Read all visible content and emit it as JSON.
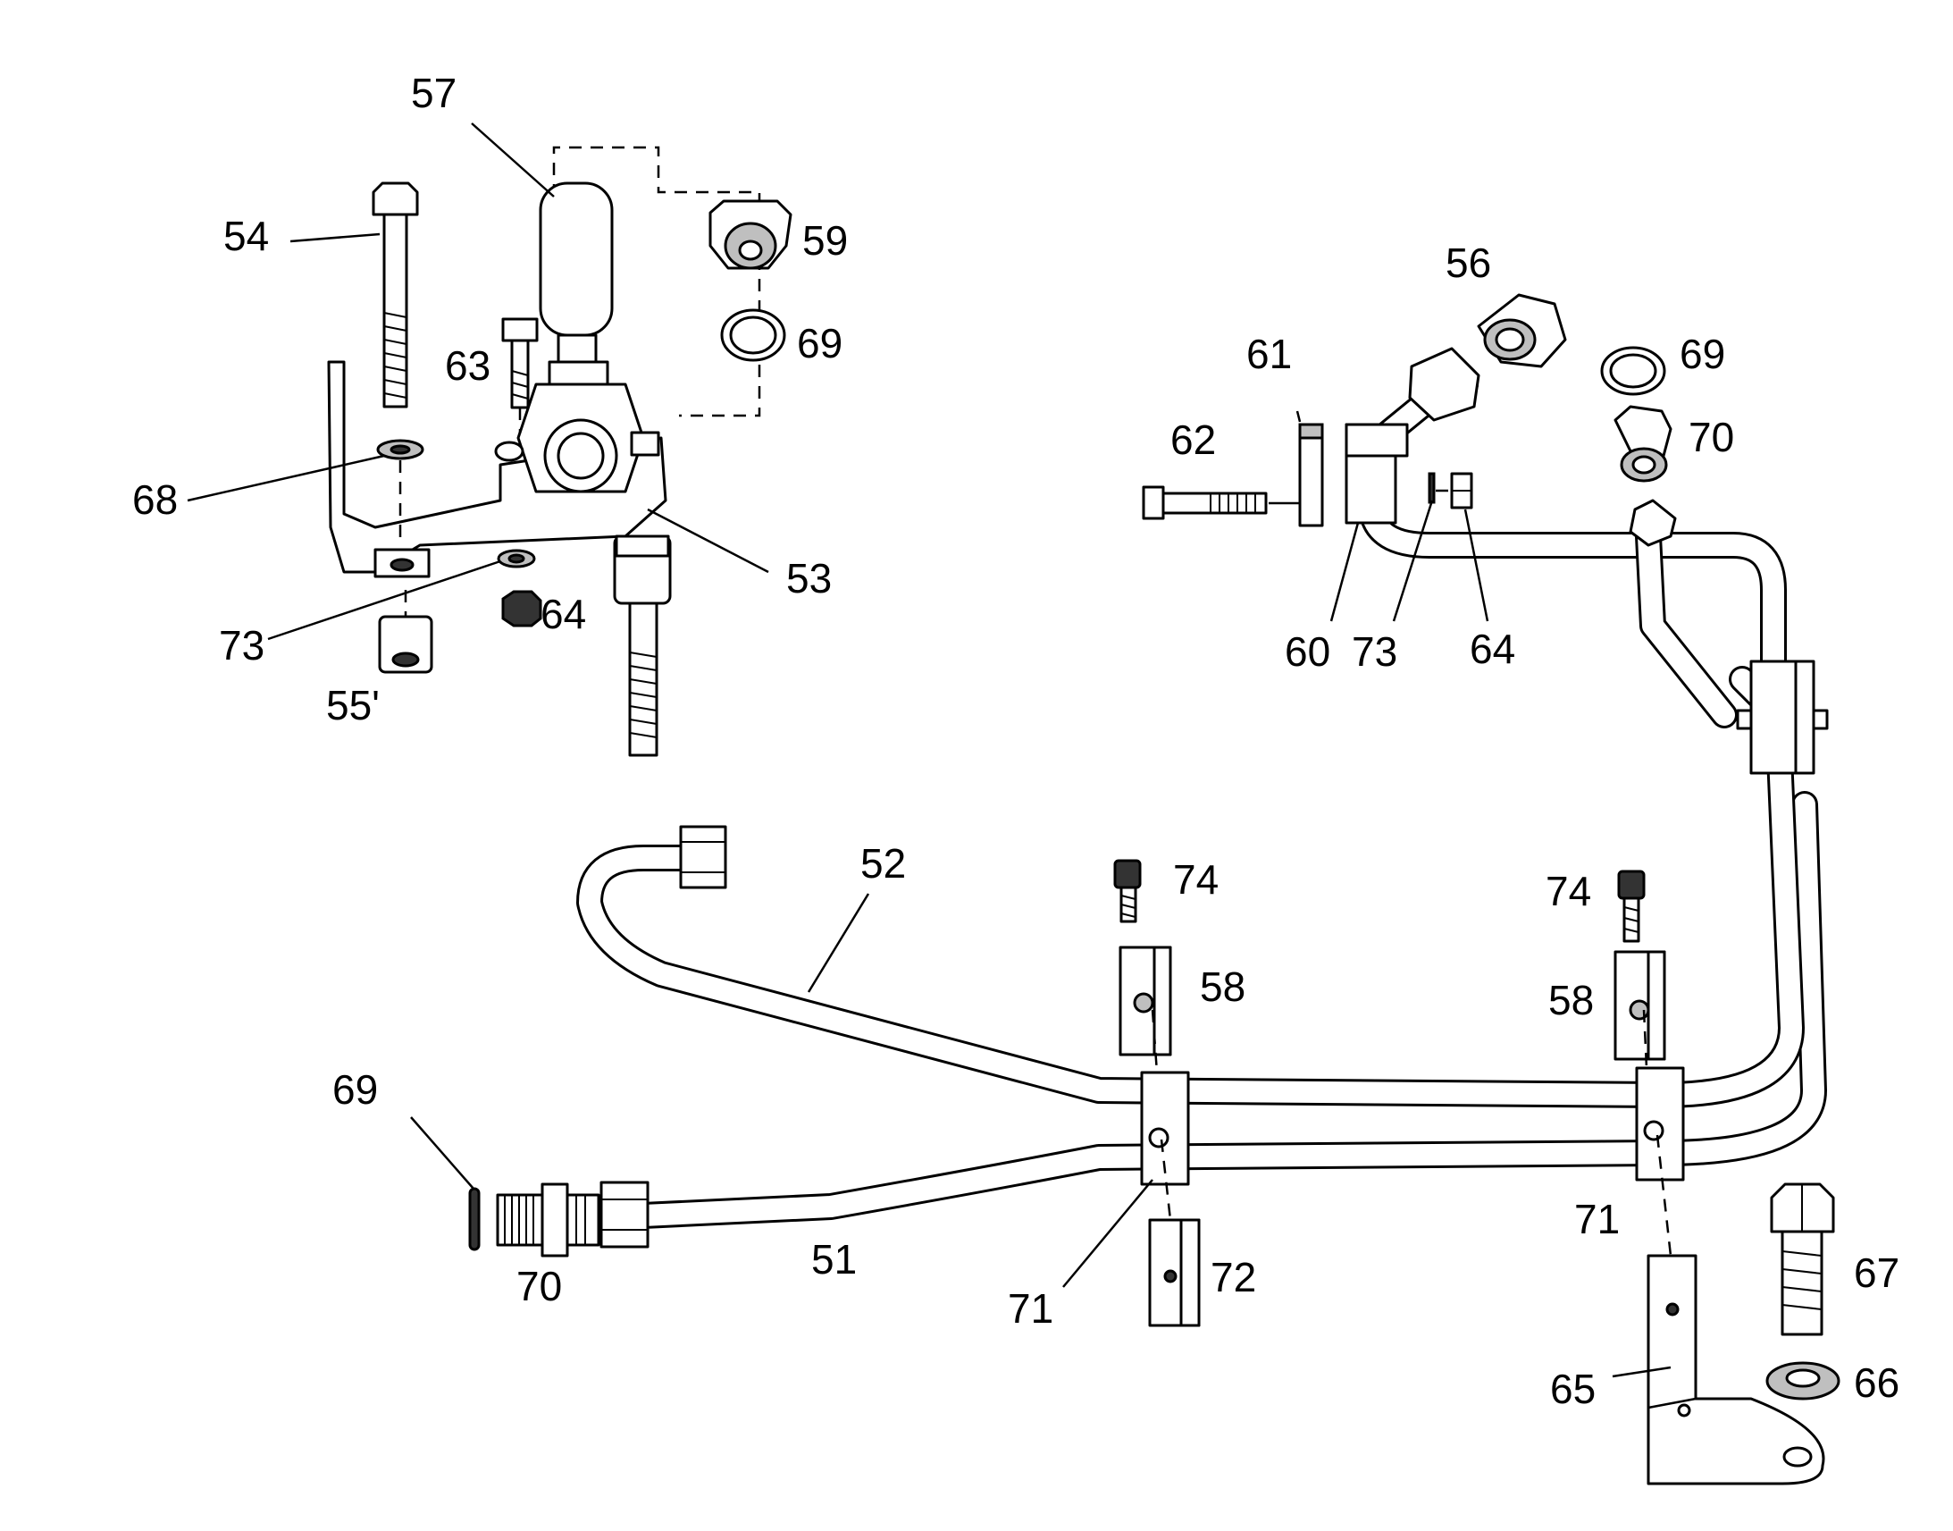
{
  "diagram": {
    "labels": {
      "l51": "51",
      "l52": "52",
      "l53": "53",
      "l54": "54",
      "l55": "55'",
      "l56": "56",
      "l57": "57",
      "l58a": "58",
      "l58b": "58",
      "l59": "59",
      "l60": "60",
      "l61": "61",
      "l62": "62",
      "l63": "63",
      "l64a": "64",
      "l64b": "64",
      "l65": "65",
      "l66": "66",
      "l67": "67",
      "l68": "68",
      "l69a": "69",
      "l69b": "69",
      "l69c": "69",
      "l70a": "70",
      "l70b": "70",
      "l71a": "71",
      "l71b": "71",
      "l72": "72",
      "l73a": "73",
      "l73b": "73",
      "l74a": "74",
      "l74b": "74"
    }
  }
}
